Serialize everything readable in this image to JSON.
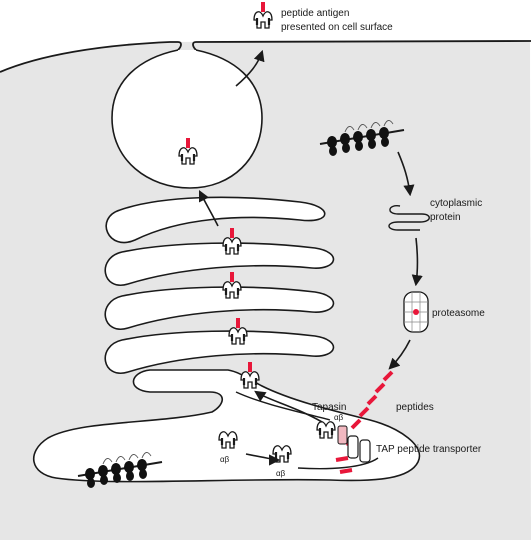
{
  "labels": {
    "surface_line1": "peptide antigen",
    "surface_line2": "presented on cell surface",
    "cytoplasmic_line1": "cytoplasmic",
    "cytoplasmic_line2": "protein",
    "proteasome": "proteasome",
    "peptides": "peptides",
    "tapasin": "Tapasin",
    "tap_transporter": "TAP peptide transporter",
    "alpha_beta_tapasin": "αβ",
    "alpha_beta_left": "αβ",
    "alpha_beta_right": "αβ"
  },
  "colors": {
    "cytoplasm": "#e6e6e6",
    "membrane": "#1a1a1a",
    "peptide": "#e8173a",
    "tapasin": "#f2b8c0"
  }
}
